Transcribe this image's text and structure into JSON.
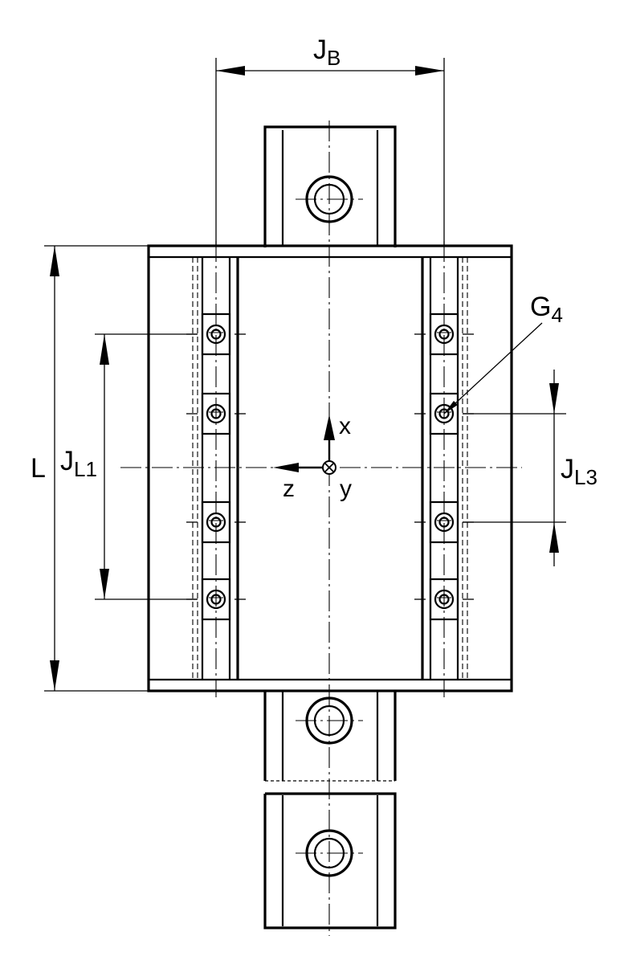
{
  "labels": {
    "jb_main": "J",
    "jb_sub": "B",
    "l": "L",
    "jl1_main": "J",
    "jl1_sub": "L1",
    "jl3_main": "J",
    "jl3_sub": "L3",
    "g4_main": "G",
    "g4_sub": "4",
    "x": "x",
    "y": "y",
    "z": "z"
  }
}
